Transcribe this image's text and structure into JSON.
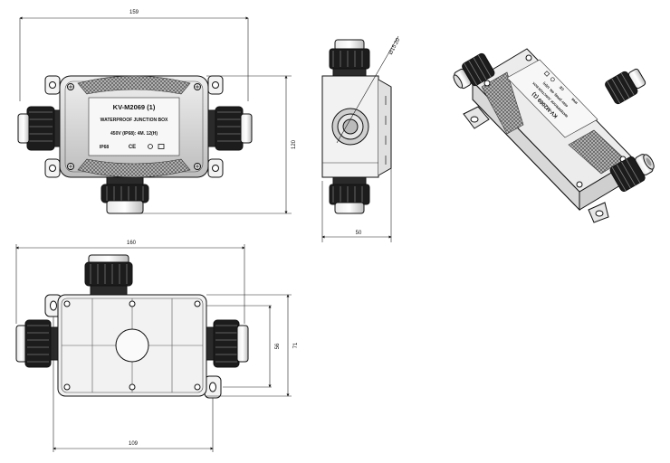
{
  "dimensions": {
    "top_width": "159",
    "top_height": "120",
    "side_width": "50",
    "side_diameter": "Ø15.20",
    "bottom_width": "160",
    "bottom_inner_height": "56",
    "bottom_outer_height": "71",
    "bottom_hole_spacing": "109"
  },
  "label": {
    "model": "KV-M2069 (1)",
    "title": "WATERPROOF JUNCTION BOX",
    "spec": "450V  (IP68): 4M. 12(H)",
    "ip_mark": "IP68",
    "ce_mark": "CE"
  },
  "label_iso": {
    "model": "KV-M2069 (1)",
    "title": "WATERPROOF JUNCTION BOX",
    "spec": "450V  (IP68): 4M. 12(H)",
    "ip_mark": "IP68",
    "ce_mark": "CE"
  }
}
